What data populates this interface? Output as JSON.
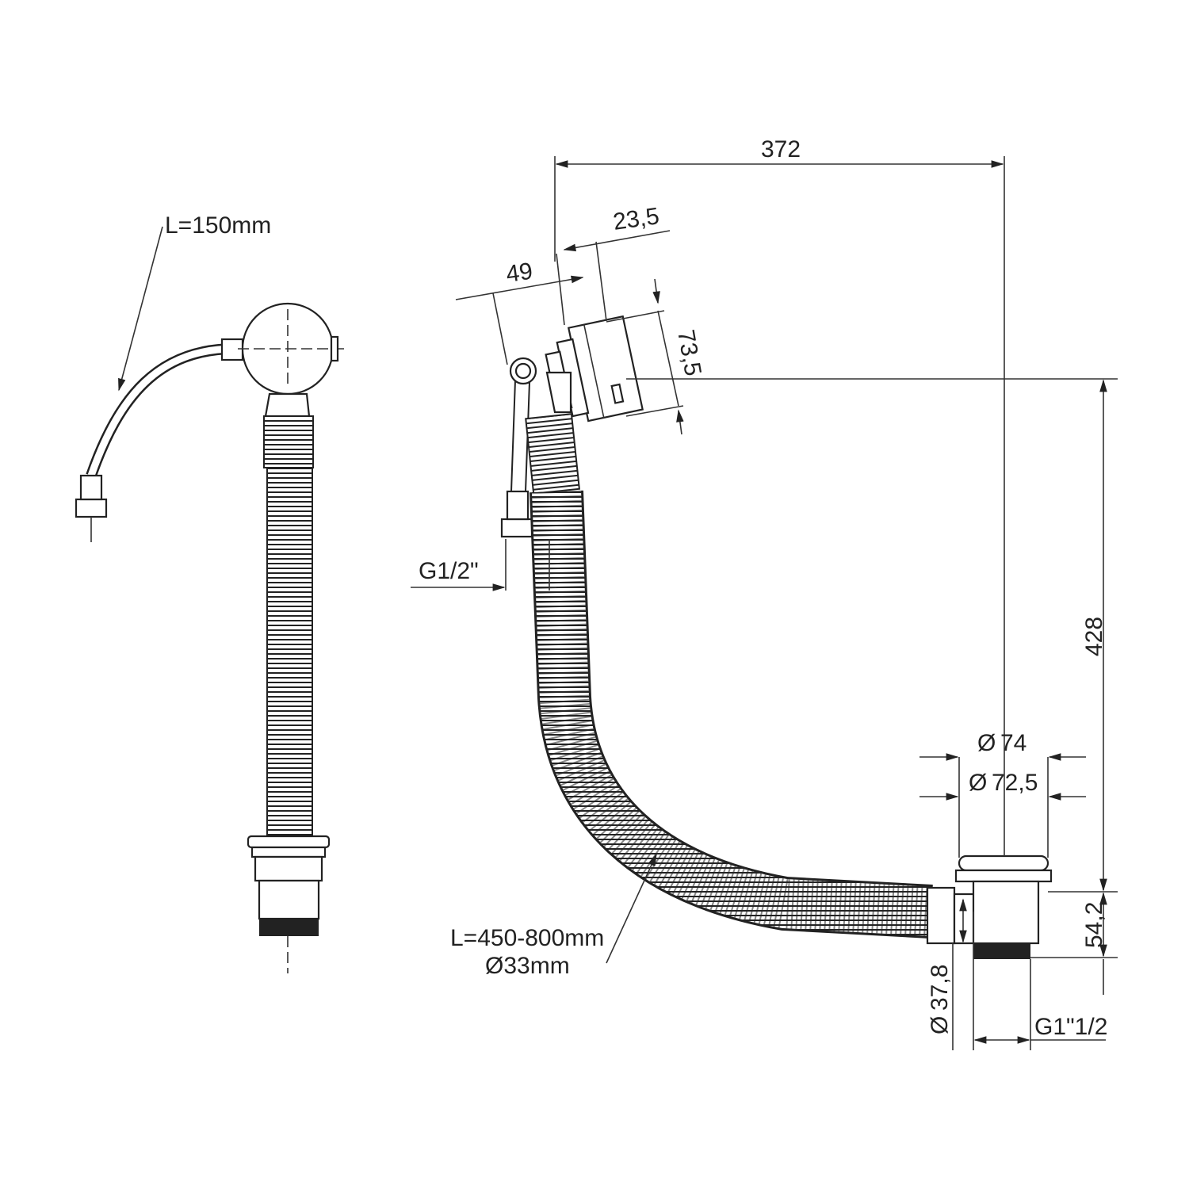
{
  "labels": {
    "flex_hose_length": "L=150mm",
    "overall_width": "372",
    "overflow_depth_23": "23,5",
    "overflow_depth_49": "49",
    "overflow_diameter": "73,5",
    "inlet_thread": "G1/2\"",
    "height_total": "428",
    "plug_diameter_outer": "74",
    "plug_diameter_inner": "72,5",
    "waste_hose": "L=450-800mm",
    "waste_hose_diameter": "Ø33mm",
    "body_height": "54,2",
    "outlet_diameter": "37,8",
    "outlet_thread": "G1\"1/2"
  },
  "colors": {
    "line": "#222222",
    "background": "#ffffff"
  }
}
